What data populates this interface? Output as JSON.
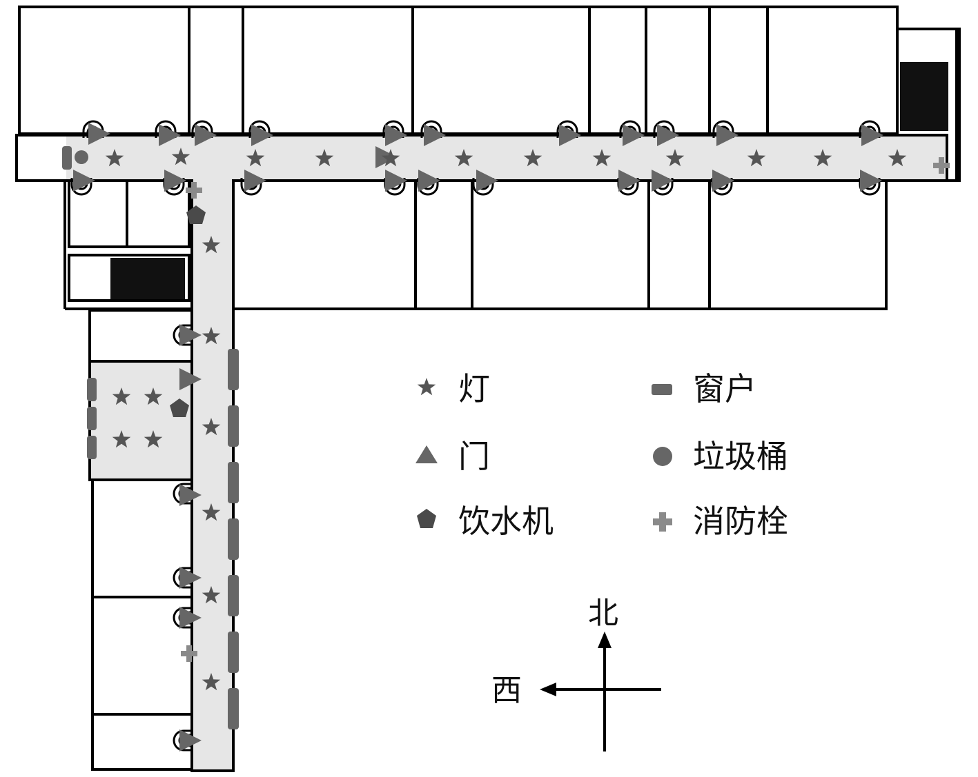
{
  "legend": {
    "light": "灯",
    "door": "门",
    "water_dispenser": "饮水机",
    "window": "窗户",
    "trash_bin": "垃圾桶",
    "fire_hydrant": "消防栓"
  },
  "compass": {
    "north": "北",
    "west": "西"
  },
  "colors": {
    "wall": "#000000",
    "corridor": "#e6e6e6",
    "marker": "#666666",
    "light_marker": "#555555",
    "dispenser": "#4a4a4a",
    "hydrant": "#8a8a8a"
  },
  "icons": {
    "light": "star-icon",
    "door": "triangle-icon",
    "water_dispenser": "pentagon-icon",
    "window": "rounded-bar-icon",
    "trash_bin": "circle-icon",
    "fire_hydrant": "plus-icon"
  }
}
